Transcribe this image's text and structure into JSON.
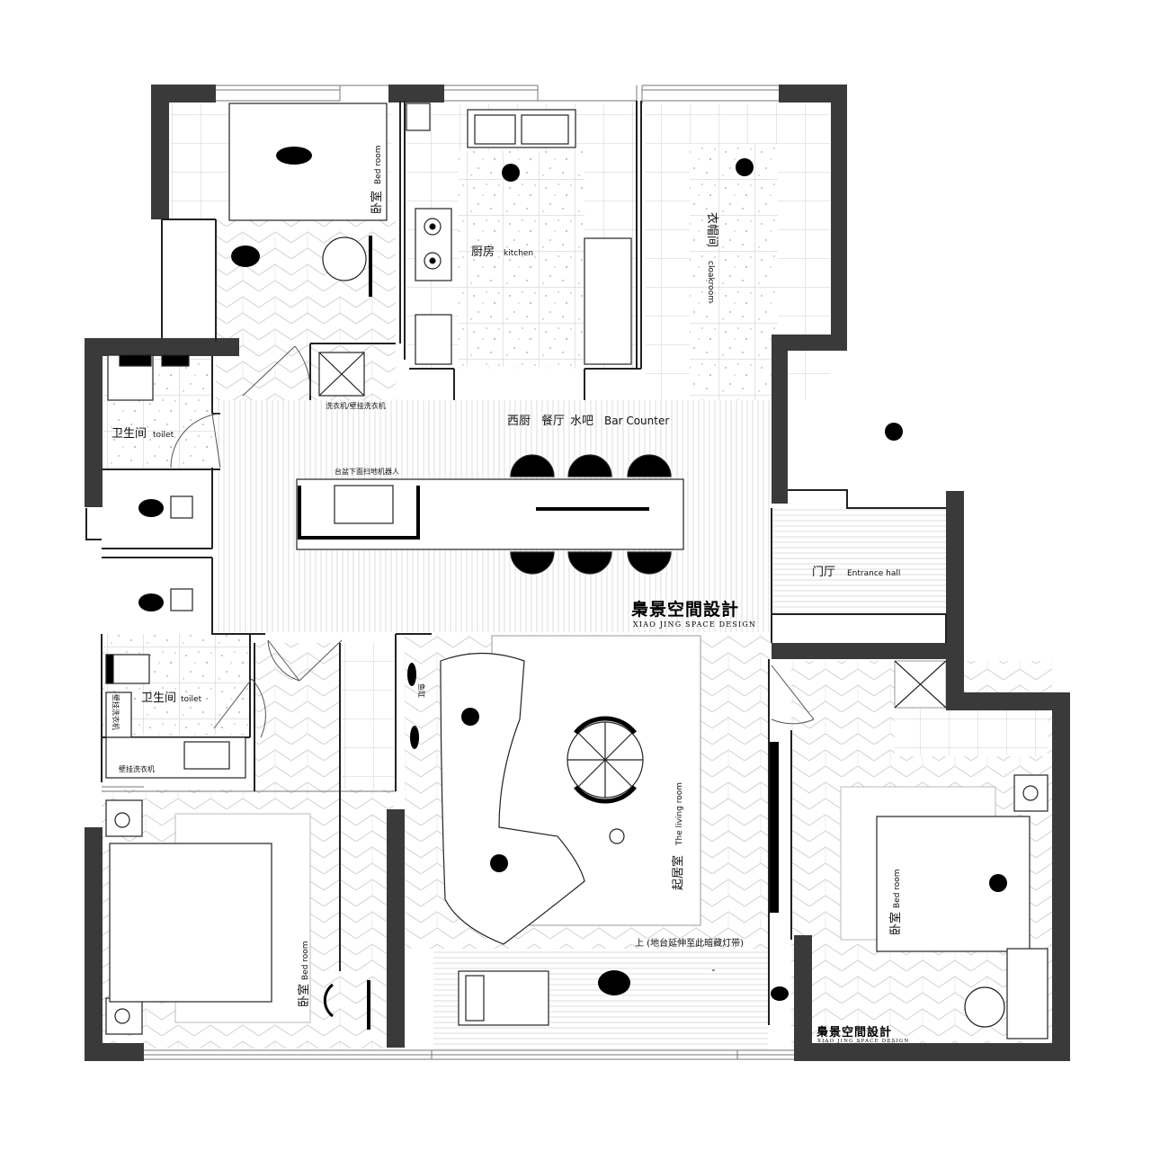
{
  "brand": {
    "name_cn": "梟景空間設計",
    "name_en": "XIAO JING SPACE DESIGN"
  },
  "rooms": {
    "bedroom_top": {
      "cn": "卧室",
      "en": "Bed room"
    },
    "kitchen": {
      "cn": "厨房",
      "en": "kitchen"
    },
    "cloakroom": {
      "cn": "衣帽间",
      "en": "cloakroom"
    },
    "toilet_upper": {
      "cn": "卫生间",
      "en": "toilet"
    },
    "toilet_lower": {
      "cn": "卫生间",
      "en": "toilet"
    },
    "bar": {
      "cn1": "西厨",
      "cn2": "餐厅",
      "cn3": "水吧",
      "en": "Bar Counter"
    },
    "entrance": {
      "cn": "门厅",
      "en": "Entrance hall"
    },
    "living": {
      "cn": "起居室",
      "en": "The living room"
    },
    "bedroom_left": {
      "cn": "卧室",
      "en": "Bed room"
    },
    "bedroom_right": {
      "cn": "卧室",
      "en": "Bed room"
    }
  },
  "notes": {
    "washer_top": "洗衣机/壁挂洗衣机",
    "robot": "台盆下面扫地机器人",
    "fish_tank": "鱼缸",
    "wall_washer_1": "壁挂洗衣机",
    "wall_washer_2": "壁挂洗衣机",
    "platform": "上 (地台延伸至此暗藏灯带)"
  },
  "colors": {
    "wall": "#3a3a3a",
    "line": "#9a9a9a",
    "fixture": "#000000"
  }
}
